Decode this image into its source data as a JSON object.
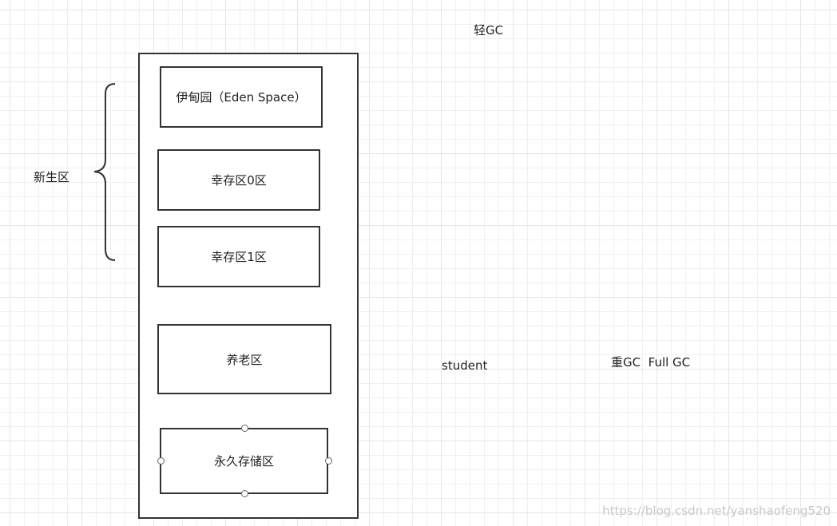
{
  "labels": {
    "minor_gc": "轻GC",
    "young_gen": "新生区",
    "student": "student",
    "full_gc": "重GC  Full GC"
  },
  "heap": {
    "eden": "伊甸园（Eden Space）",
    "survivor0": "幸存区0区",
    "survivor1": "幸存区1区",
    "old_gen": "养老区",
    "perm_gen": "永久存储区"
  },
  "watermark": "https://blog.csdn.net/yanshaofeng520"
}
